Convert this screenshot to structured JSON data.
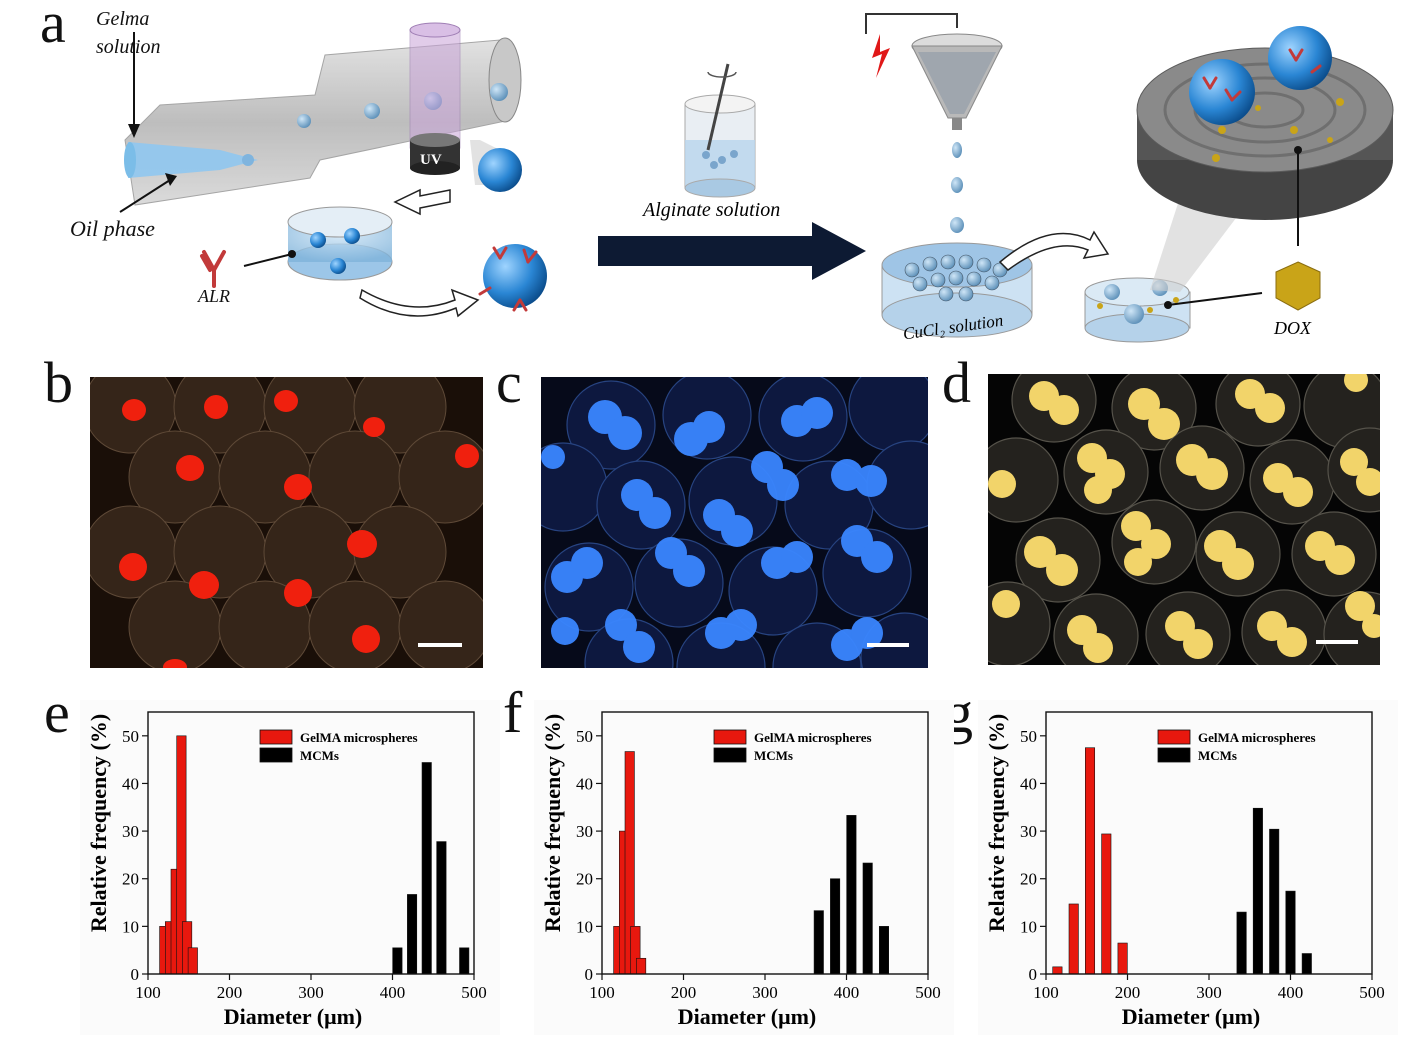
{
  "panels": {
    "a": "a",
    "b": "b",
    "c": "c",
    "d": "d",
    "e": "e",
    "f": "f",
    "g": "g"
  },
  "schematic": {
    "gelma_line1": "Gelma",
    "gelma_line2": "solution",
    "oil_phase": "Oil phase",
    "uv": "UV",
    "alr": "ALR",
    "alginate": "Alginate solution",
    "cucl2": "CuCl₂ solution",
    "dox": "DOX"
  },
  "colors": {
    "gelma_red": "#e8180e",
    "mcm_black": "#000000",
    "arrow_navy": "#0d1a33",
    "bead_blue": "#1f7bc8",
    "dox_gold": "#c9a418"
  },
  "chart_data": [
    {
      "type": "bar",
      "xlabel": "Diameter (μm)",
      "ylabel": "Relative frequency (%)",
      "xlim": [
        100,
        500
      ],
      "ylim": [
        0,
        55
      ],
      "xticks": [
        100,
        200,
        300,
        400,
        500
      ],
      "yticks": [
        0,
        10,
        20,
        30,
        40,
        50
      ],
      "series": [
        {
          "name": "GelMA microspheres",
          "color": "#e8180e",
          "x": [
            120,
            127,
            134,
            141,
            148,
            155,
            162
          ],
          "values": [
            10,
            11,
            22,
            50,
            11,
            5.5,
            0
          ]
        },
        {
          "name": "MCMs",
          "color": "#000000",
          "x": [
            406,
            424,
            442,
            460,
            488
          ],
          "values": [
            5.5,
            16.7,
            44.4,
            27.8,
            5.5
          ]
        }
      ],
      "legend": "top-right"
    },
    {
      "type": "bar",
      "xlabel": "Diameter (μm)",
      "ylabel": "Relative frequency (%)",
      "xlim": [
        100,
        500
      ],
      "ylim": [
        0,
        55
      ],
      "xticks": [
        100,
        200,
        300,
        400,
        500
      ],
      "yticks": [
        0,
        10,
        20,
        30,
        40,
        50
      ],
      "series": [
        {
          "name": "GelMA microspheres",
          "color": "#e8180e",
          "x": [
            120,
            127,
            134,
            141,
            148,
            155
          ],
          "values": [
            10,
            30,
            46.7,
            10,
            3.3,
            0
          ]
        },
        {
          "name": "MCMs",
          "color": "#000000",
          "x": [
            366,
            386,
            406,
            426,
            446
          ],
          "values": [
            13.3,
            20,
            33.3,
            23.3,
            10
          ]
        }
      ],
      "legend": "top-right"
    },
    {
      "type": "bar",
      "xlabel": "Diameter (μm)",
      "ylabel": "Relative frequency (%)",
      "xlim": [
        100,
        500
      ],
      "ylim": [
        0,
        55
      ],
      "xticks": [
        100,
        200,
        300,
        400,
        500
      ],
      "yticks": [
        0,
        10,
        20,
        30,
        40,
        50
      ],
      "series": [
        {
          "name": "GelMA microspheres",
          "color": "#e8180e",
          "x": [
            114,
            134,
            154,
            174,
            194
          ],
          "values": [
            1.5,
            14.7,
            47.5,
            29.4,
            6.5
          ]
        },
        {
          "name": "MCMs",
          "color": "#000000",
          "x": [
            340,
            360,
            380,
            400,
            420
          ],
          "values": [
            13,
            34.8,
            30.4,
            17.4,
            4.3
          ]
        }
      ],
      "legend": "top-right"
    }
  ]
}
